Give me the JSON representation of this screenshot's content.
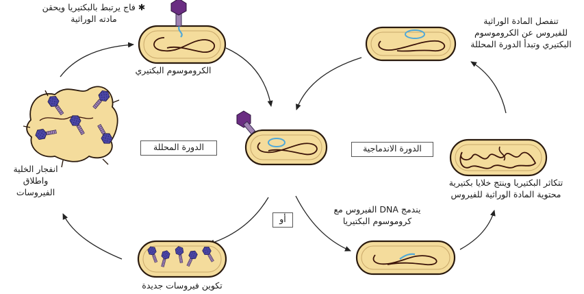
{
  "labels": {
    "phage_attaches_line1": "✱ فاج يرتبط بالبكتيريا ويحقن",
    "phage_attaches_line2": "مادته الوراثية",
    "bacterial_chromosome": "الكروموسوم البكتيري",
    "lytic_cycle": "الدورة المحللة",
    "lysogenic_cycle": "الدورة الاندماجية",
    "or": "أو",
    "cell_lysis_line1": "انفجار الخلية",
    "cell_lysis_line2": "واطلاق",
    "cell_lysis_line3": "الفيروسات",
    "new_viruses": "تكوين فيروسات جديدة",
    "dna_integrates_line1": "يندمج DNA الفيروس مع",
    "dna_integrates_line2": "كروموسوم البكتيريا",
    "bacteria_multiply_line1": "تتكاثر البكتيريا وينتج خلايا بكتيرية",
    "bacteria_multiply_line2": "محتوية المادة الوراثية للفيروس",
    "separation_line1": "تنفصل المادة الوراثية",
    "separation_line2": "للفيروس عن الكروموسوم",
    "separation_line3": "البكتيري وتبدأ الدورة المحللة"
  },
  "colors": {
    "cell_fill": "#f4dc9c",
    "cell_border": "#2a1a0e",
    "chromosome": "#3a1208",
    "viral_dna": "#4fa8d8",
    "phage_head": "#6a2d82",
    "phage_head_spots": "#3b3fa8",
    "phage_tail": "#9f83b3",
    "arrow": "#222222"
  }
}
